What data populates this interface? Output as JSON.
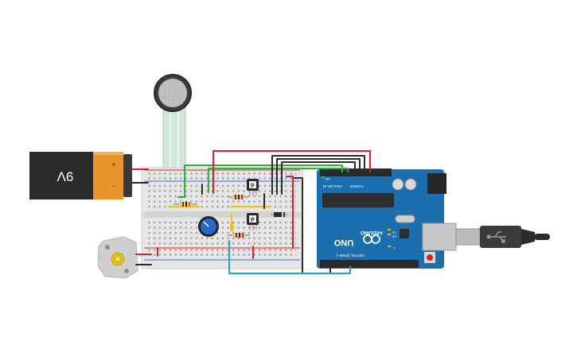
{
  "battery": {
    "label": "9V",
    "plus": "+",
    "minus": "-"
  },
  "transistors": {
    "top_label": "P",
    "bottom_label": "P"
  },
  "arduino": {
    "model": "UNO",
    "brand": "ARDUINO",
    "section_analog": "ANALOG IN",
    "section_power": "POWER",
    "section_digital": "DIGITAL (PWM~)",
    "led_tx": "TX",
    "led_rx": "RX",
    "led_l": "L",
    "led_on": "ON"
  },
  "colors": {
    "wire_red": "#d8232a",
    "wire_black": "#2b2b2b",
    "wire_green": "#2fae3a",
    "wire_blue": "#2b9bd6",
    "wire_yellow": "#f2c200",
    "board_blue": "#1b6fae",
    "breadboard": "#e8e8e8"
  }
}
